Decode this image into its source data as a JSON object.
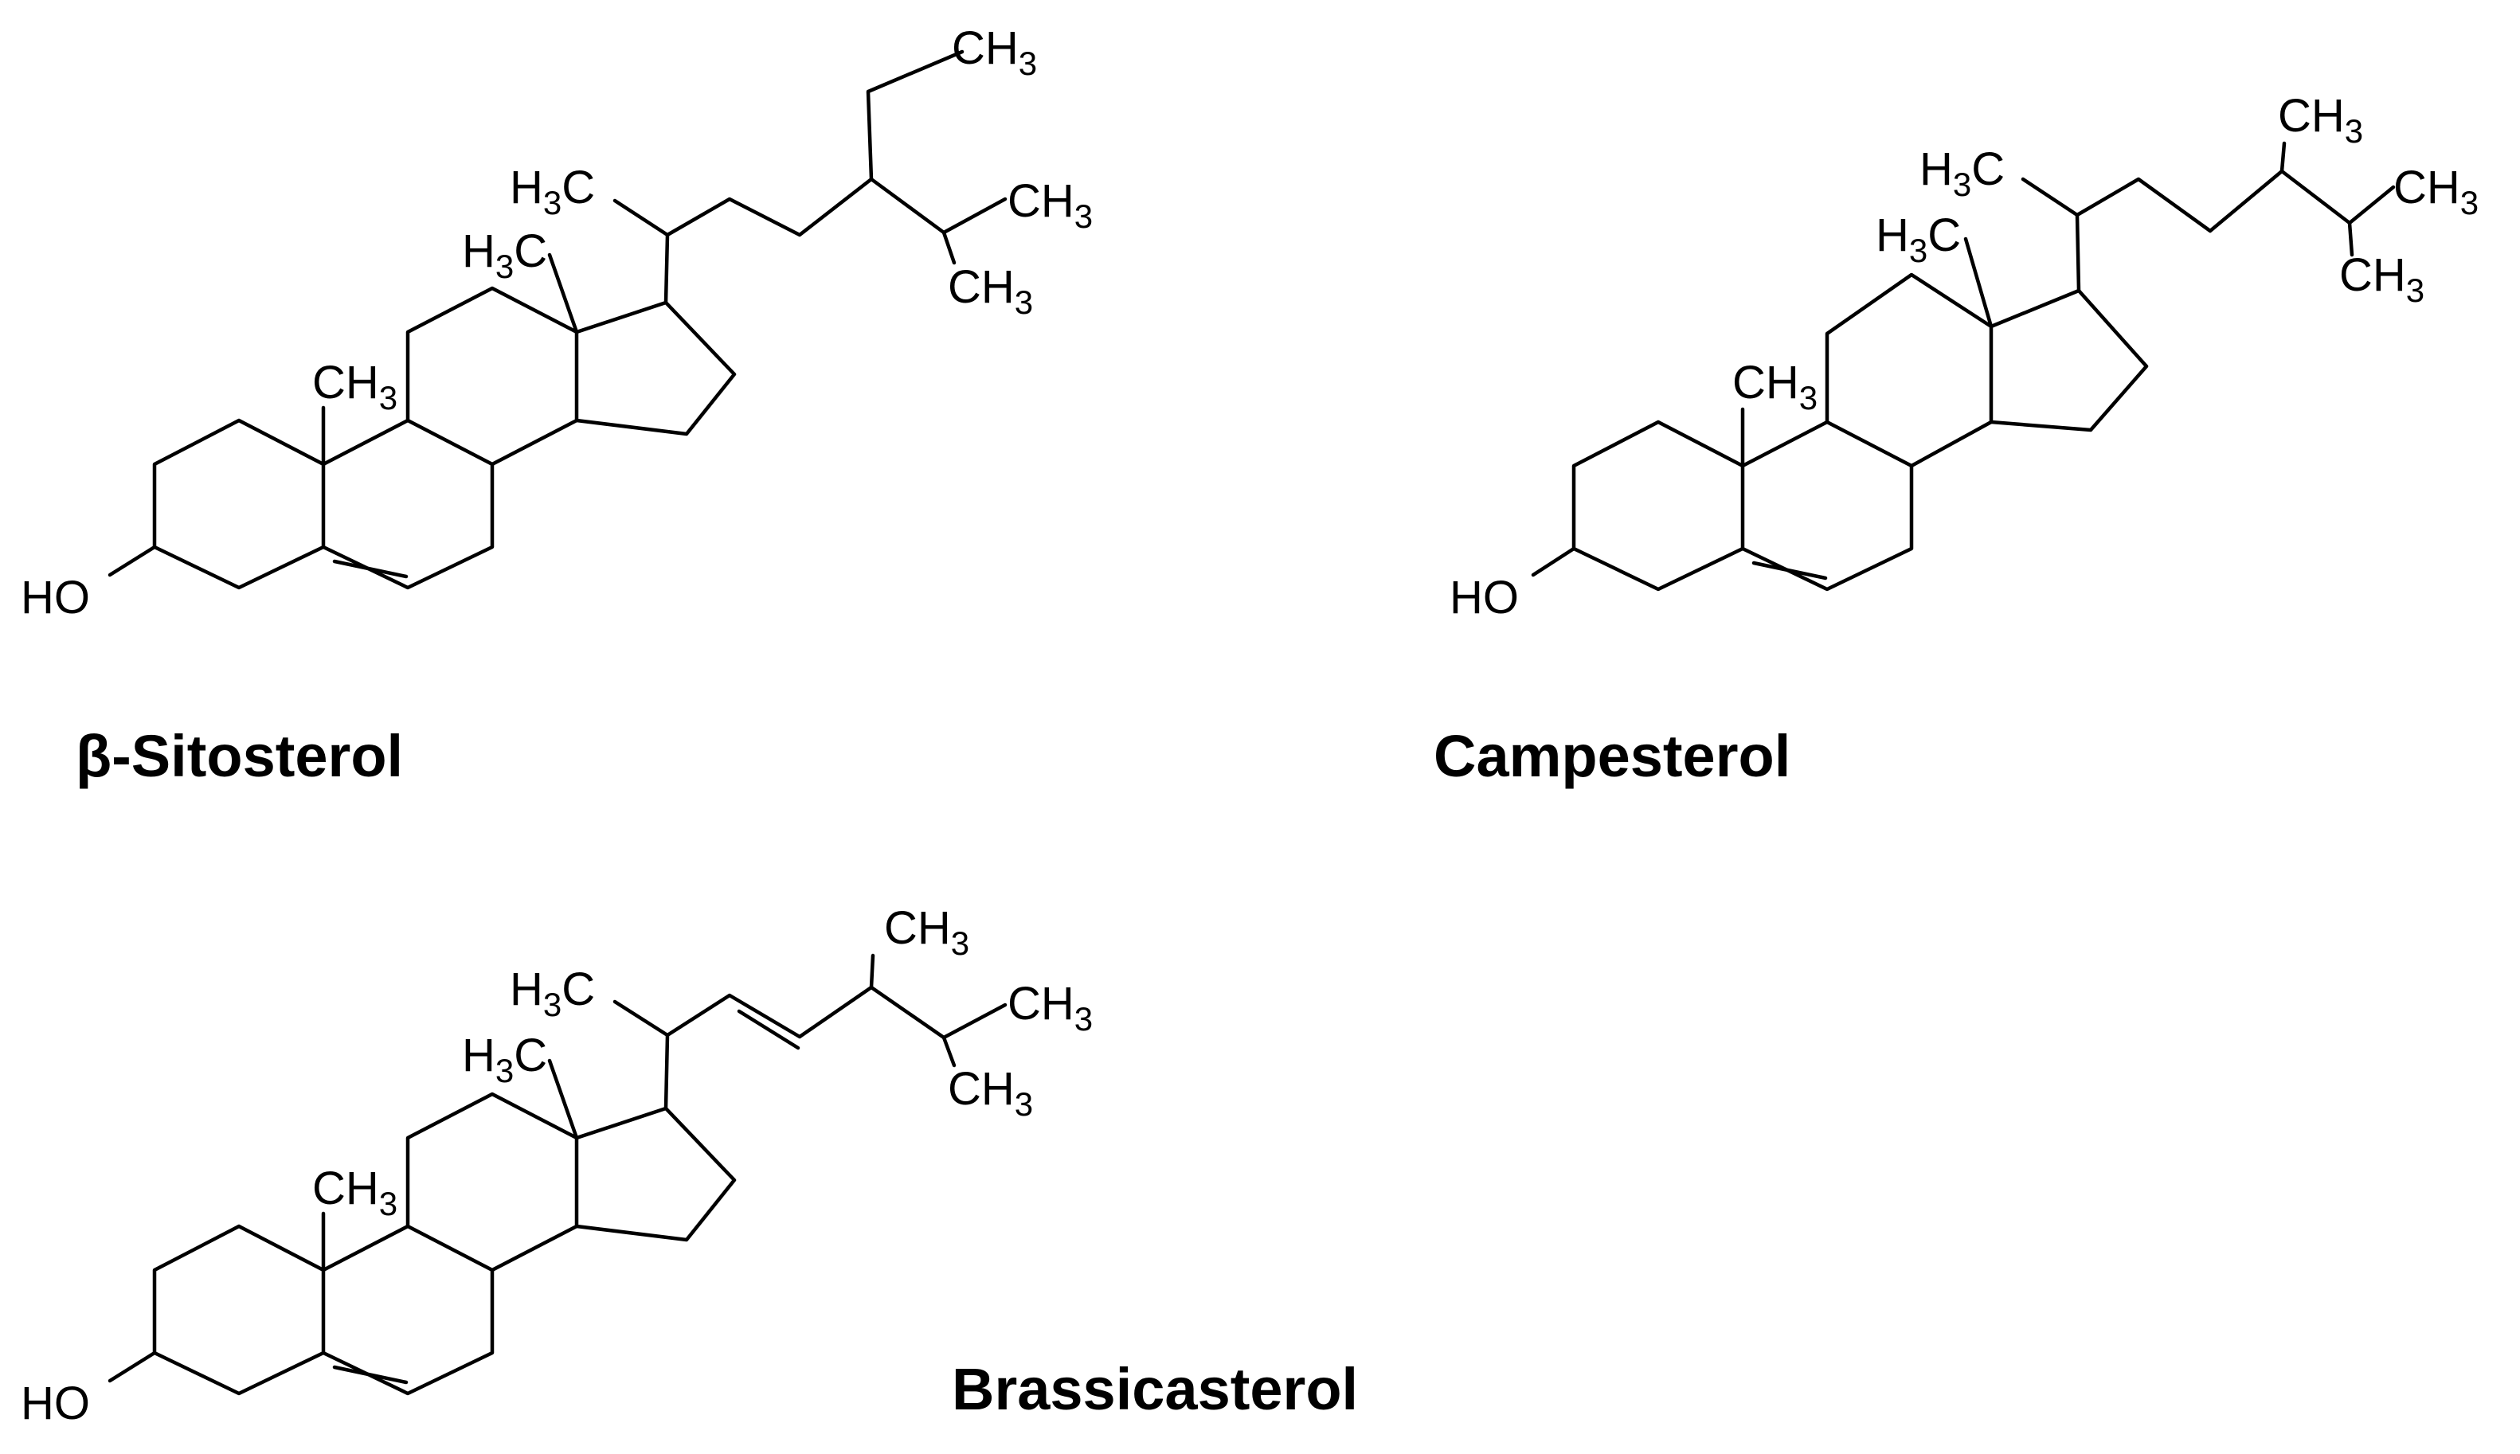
{
  "molecules": [
    {
      "name": "β-Sitosterol",
      "labels": {
        "ho": "HO",
        "me19_main": "CH",
        "me19_sub": "3",
        "me18_pre": "H",
        "me18_sub": "3",
        "me18_post": "C",
        "me21_pre": "H",
        "me21_sub": "3",
        "me21_post": "C",
        "ch3a_main": "CH",
        "ch3a_sub": "3",
        "ch3b_main": "CH",
        "ch3b_sub": "3",
        "ch3c_main": "CH",
        "ch3c_sub": "3"
      }
    },
    {
      "name": "Campesterol",
      "labels": {
        "ho": "HO",
        "me19_main": "CH",
        "me19_sub": "3",
        "me18_pre": "H",
        "me18_sub": "3",
        "me18_post": "C",
        "me21_pre": "H",
        "me21_sub": "3",
        "me21_post": "C",
        "ch3a_main": "CH",
        "ch3a_sub": "3",
        "ch3b_main": "CH",
        "ch3b_sub": "3",
        "ch3c_main": "CH",
        "ch3c_sub": "3"
      }
    },
    {
      "name": "Brassicasterol",
      "labels": {
        "ho": "HO",
        "me19_main": "CH",
        "me19_sub": "3",
        "me18_pre": "H",
        "me18_sub": "3",
        "me18_post": "C",
        "me21_pre": "H",
        "me21_sub": "3",
        "me21_post": "C",
        "ch3a_main": "CH",
        "ch3a_sub": "3",
        "ch3b_main": "CH",
        "ch3b_sub": "3",
        "ch3c_main": "CH",
        "ch3c_sub": "3"
      }
    }
  ]
}
